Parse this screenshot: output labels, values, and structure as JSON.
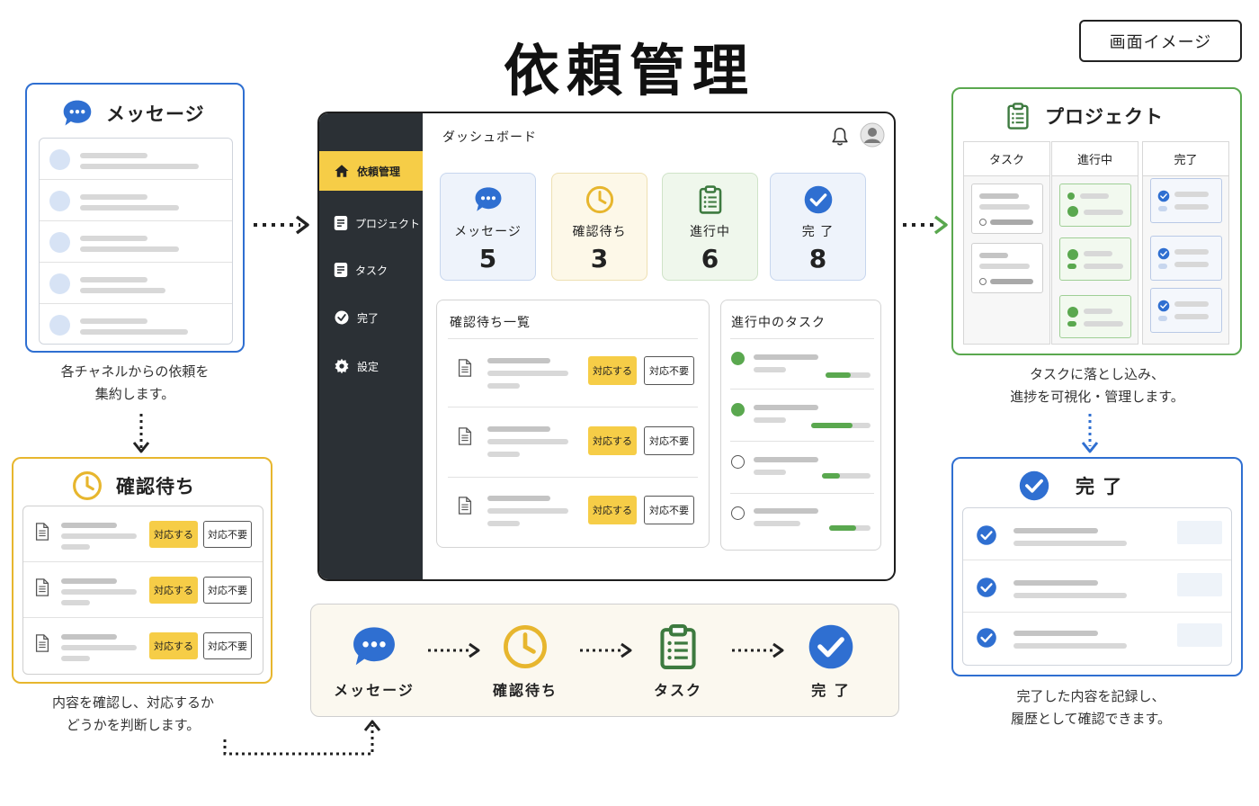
{
  "title": "依頼管理",
  "image_tag": "画面イメージ",
  "message_panel": {
    "title": "メッセージ",
    "caption_lines": [
      "各チャネルからの依頼を",
      "集約します。"
    ]
  },
  "pending_panel": {
    "title": "確認待ち",
    "respond_label": "対応する",
    "skip_label": "対応不要",
    "caption_lines": [
      "内容を確認し、対応するか",
      "どうかを判断します。"
    ]
  },
  "dashboard": {
    "header_title": "ダッシュボード",
    "sidebar": [
      {
        "label": "依頼管理",
        "icon": "home-icon",
        "active": true
      },
      {
        "label": "プロジェクト",
        "icon": "document-icon",
        "active": false
      },
      {
        "label": "タスク",
        "icon": "document-icon",
        "active": false
      },
      {
        "label": "完了",
        "icon": "check-circle-icon",
        "active": false
      },
      {
        "label": "設定",
        "icon": "gear-icon",
        "active": false
      }
    ],
    "stats": [
      {
        "label": "メッセージ",
        "value": "5",
        "icon": "chat-bubble-icon",
        "color": "#2f6fd1"
      },
      {
        "label": "確認待ち",
        "value": "3",
        "icon": "clock-icon",
        "color": "#e7b62e"
      },
      {
        "label": "進行中",
        "value": "6",
        "icon": "clipboard-icon",
        "color": "#3d7a3f"
      },
      {
        "label": "完 了",
        "value": "8",
        "icon": "check-circle-icon",
        "color": "#2f6fd1"
      }
    ],
    "pending_list_title": "確認待ち一覧",
    "respond_label": "対応する",
    "skip_label": "対応不要",
    "in_progress_title": "進行中のタスク"
  },
  "project_panel": {
    "title": "プロジェクト",
    "columns": [
      "タスク",
      "進行中",
      "完了"
    ],
    "caption_lines": [
      "タスクに落とし込み、",
      "進捗を可視化・管理します。"
    ]
  },
  "done_panel": {
    "title": "完 了",
    "caption_lines": [
      "完了した内容を記録し、",
      "履歴として確認できます。"
    ]
  },
  "flow": [
    {
      "label": "メッセージ",
      "icon": "chat-bubble-icon"
    },
    {
      "label": "確認待ち",
      "icon": "clock-icon"
    },
    {
      "label": "タスク",
      "icon": "clipboard-icon"
    },
    {
      "label": "完 了",
      "icon": "check-circle-icon"
    }
  ],
  "colors": {
    "blue": "#2f6fd1",
    "yellow": "#f6cd47",
    "green": "#5aa84f",
    "dark": "#2b3035"
  }
}
